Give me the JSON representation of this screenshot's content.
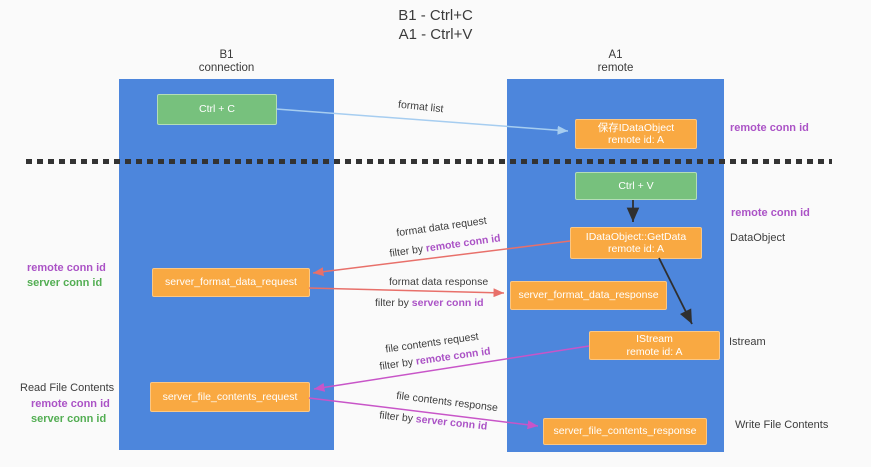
{
  "title": {
    "line1": "B1 - Ctrl+C",
    "line2": "A1 - Ctrl+V"
  },
  "lanes": {
    "left": {
      "title": "B1",
      "subtitle": "connection"
    },
    "right": {
      "title": "A1",
      "subtitle": "remote"
    }
  },
  "nodes": {
    "ctrl_c": "Ctrl + C",
    "ctrl_v": "Ctrl + V",
    "save_dataobject": {
      "line1": "保存IDataObject",
      "line2": "remote id: A"
    },
    "getdata": {
      "line1": "IDataObject::GetData",
      "line2": "remote id: A"
    },
    "istream": {
      "line1": "IStream",
      "line2": "remote id: A"
    },
    "format_request": "server_format_data_request",
    "format_response": "server_format_data_response",
    "file_request": "server_file_contents_request",
    "file_response": "server_file_contents_response"
  },
  "edge_labels": {
    "format_list": "format list",
    "format_data_request": "format data request",
    "format_data_response": "format data response",
    "file_contents_request": "file contents request",
    "file_contents_response": "file contents response",
    "filter_by": "filter by ",
    "remote_conn_id": "remote conn id",
    "server_conn_id": "server conn id"
  },
  "side_labels": {
    "remote_conn_id": "remote conn id",
    "server_conn_id": "server conn id",
    "dataobject": "DataObject",
    "istream": "Istream",
    "read_file_contents": "Read File Contents",
    "write_file_contents": "Write File Contents"
  },
  "colors": {
    "background": "#fafafa",
    "lane_blue": "#4d86dc",
    "box_green": "#77c17d",
    "box_orange": "#f9a942",
    "arrow_red": "#e8706a",
    "arrow_magenta": "#c855c8",
    "arrow_lightblue": "#a6cdf0",
    "arrow_black": "#2f2f2f",
    "label_purple": "#ab53c6",
    "label_green": "#53ae53",
    "text_dark": "#3d3d3d"
  }
}
